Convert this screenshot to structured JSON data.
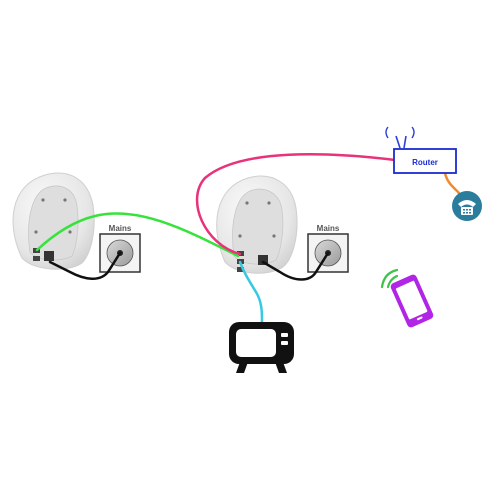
{
  "outlets": [
    {
      "label": "Mains"
    },
    {
      "label": "Mains"
    }
  ],
  "router": {
    "label": "Router"
  },
  "colors": {
    "lan_link": "#37e23a",
    "router_link": "#e8327a",
    "tv_link": "#35c9e2",
    "phone_line": "#f08a2c",
    "power_cable": "#111111",
    "router_border": "#1a2bd0",
    "router_text": "#1a2bd0",
    "router_antenna": "#2e3fd6",
    "phone_badge": "#2a7d9c",
    "smartphone": "#b126e6",
    "wifi_waves": "#3ec24a",
    "pod_body": "#eeeeee",
    "pod_panel": "#dcdcdc"
  },
  "icons": [
    "router-icon",
    "telephone-icon",
    "tv-icon",
    "smartphone-icon",
    "wifi-icon"
  ]
}
